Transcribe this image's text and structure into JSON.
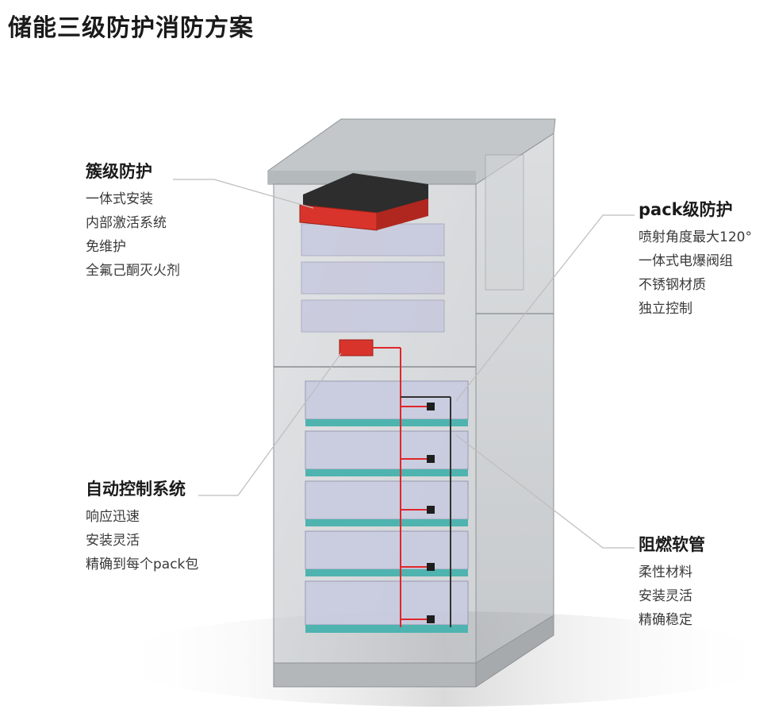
{
  "title": "储能三级防护消防方案",
  "callouts": {
    "cluster": {
      "title": "簇级防护",
      "items": [
        "一体式安装",
        "内部激活系统",
        "免维护",
        "全氟己酮灭火剂"
      ]
    },
    "pack": {
      "title": "pack级防护",
      "items": [
        "喷射角度最大120°",
        "一体式电爆阀组",
        "不锈钢材质",
        "独立控制"
      ]
    },
    "control": {
      "title": "自动控制系统",
      "items": [
        "响应迅速",
        "安装灵活",
        "精确到每个pack包"
      ]
    },
    "hose": {
      "title": "阻燃软管",
      "items": [
        "柔性材料",
        "安装灵活",
        "精确稳定"
      ]
    }
  },
  "colors": {
    "cabinet": "#b8bcbf",
    "cabinet_edge": "#8e9396",
    "battery_teal": "#4fb3b0",
    "battery_body": "#c8cbe0",
    "device_red": "#d8342b",
    "pipe_red": "#e0262a",
    "leader_line": "#bdbdbd"
  }
}
